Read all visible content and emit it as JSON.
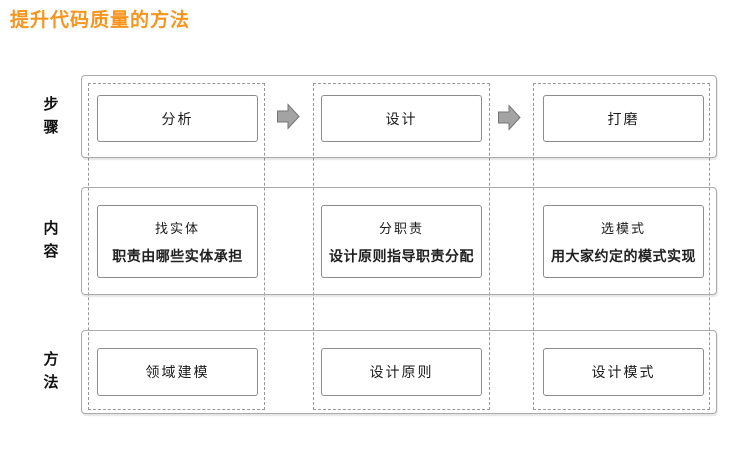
{
  "slide": {
    "title": "提升代码质量的方法",
    "title_color": "#F7941D"
  },
  "diagram": {
    "rows": [
      {
        "label": "步骤",
        "items": [
          "分析",
          "设计",
          "打磨"
        ]
      },
      {
        "label": "内容",
        "items": [
          {
            "title": "找实体",
            "desc": "职责由哪些实体承担"
          },
          {
            "title": "分职责",
            "desc": "设计原则指导职责分配"
          },
          {
            "title": "选模式",
            "desc": "用大家约定的模式实现"
          }
        ]
      },
      {
        "label": "方法",
        "items": [
          "领域建模",
          "设计原则",
          "设计模式"
        ]
      }
    ],
    "arrow_icons": [
      "block-arrow-right",
      "block-arrow-right"
    ],
    "colors": {
      "row_border": "#ABABAB",
      "column_dash": "#999999",
      "box_border": "#8C8C8C",
      "arrow_fill": "#A3A3A3",
      "arrow_stroke": "#757575",
      "text": "#1A1A1A"
    }
  }
}
